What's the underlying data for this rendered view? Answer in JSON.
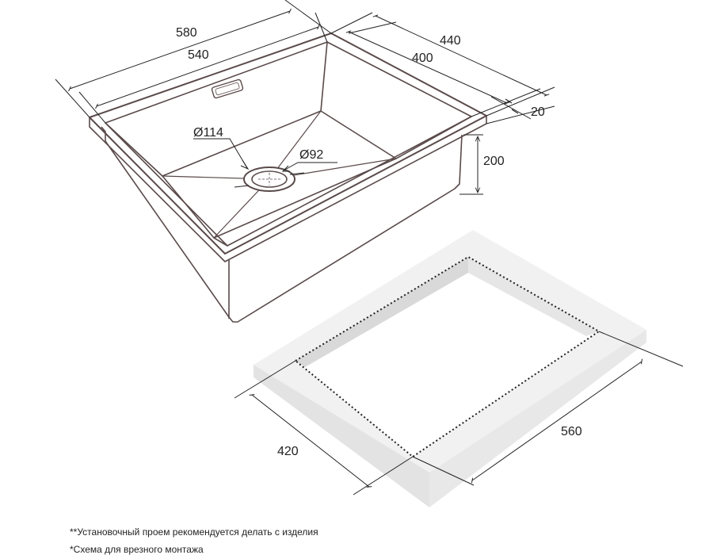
{
  "sink": {
    "dimensions": {
      "outer_length": "580",
      "inner_length": "540",
      "outer_width": "440",
      "inner_width": "400",
      "rim_height": "20",
      "depth": "200"
    },
    "drain": {
      "outer_diameter": "Ø114",
      "inner_diameter": "Ø92"
    }
  },
  "cutout": {
    "dimensions": {
      "length": "560",
      "width": "420"
    }
  },
  "notes": {
    "cutout_note": "**Установочный проем рекомендуется делать с изделия",
    "mounting_note": "*Схема для врезного монтажа"
  },
  "colors": {
    "line": "#222222",
    "sink_body": "#5a4a4a",
    "slab_top": "#f1f1f1",
    "slab_side": "#e3e3e3",
    "cutout_wall": "#d9d9d9"
  }
}
